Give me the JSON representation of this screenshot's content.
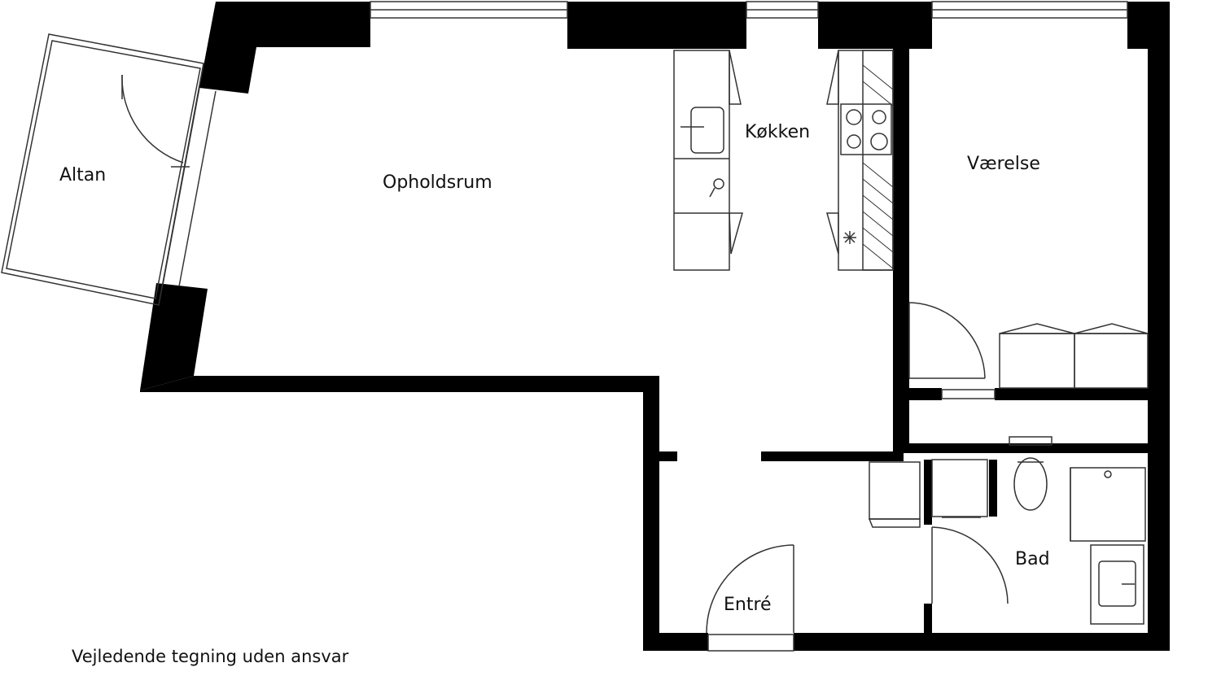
{
  "rooms": {
    "altan": "Altan",
    "opholdsrum": "Opholdsrum",
    "kokken": "Køkken",
    "vaerelse": "Værelse",
    "entre": "Entré",
    "bad": "Bad"
  },
  "disclaimer": "Vejledende tegning uden ansvar",
  "colors": {
    "wall": "#000000",
    "line": "#333333",
    "background": "#ffffff"
  }
}
